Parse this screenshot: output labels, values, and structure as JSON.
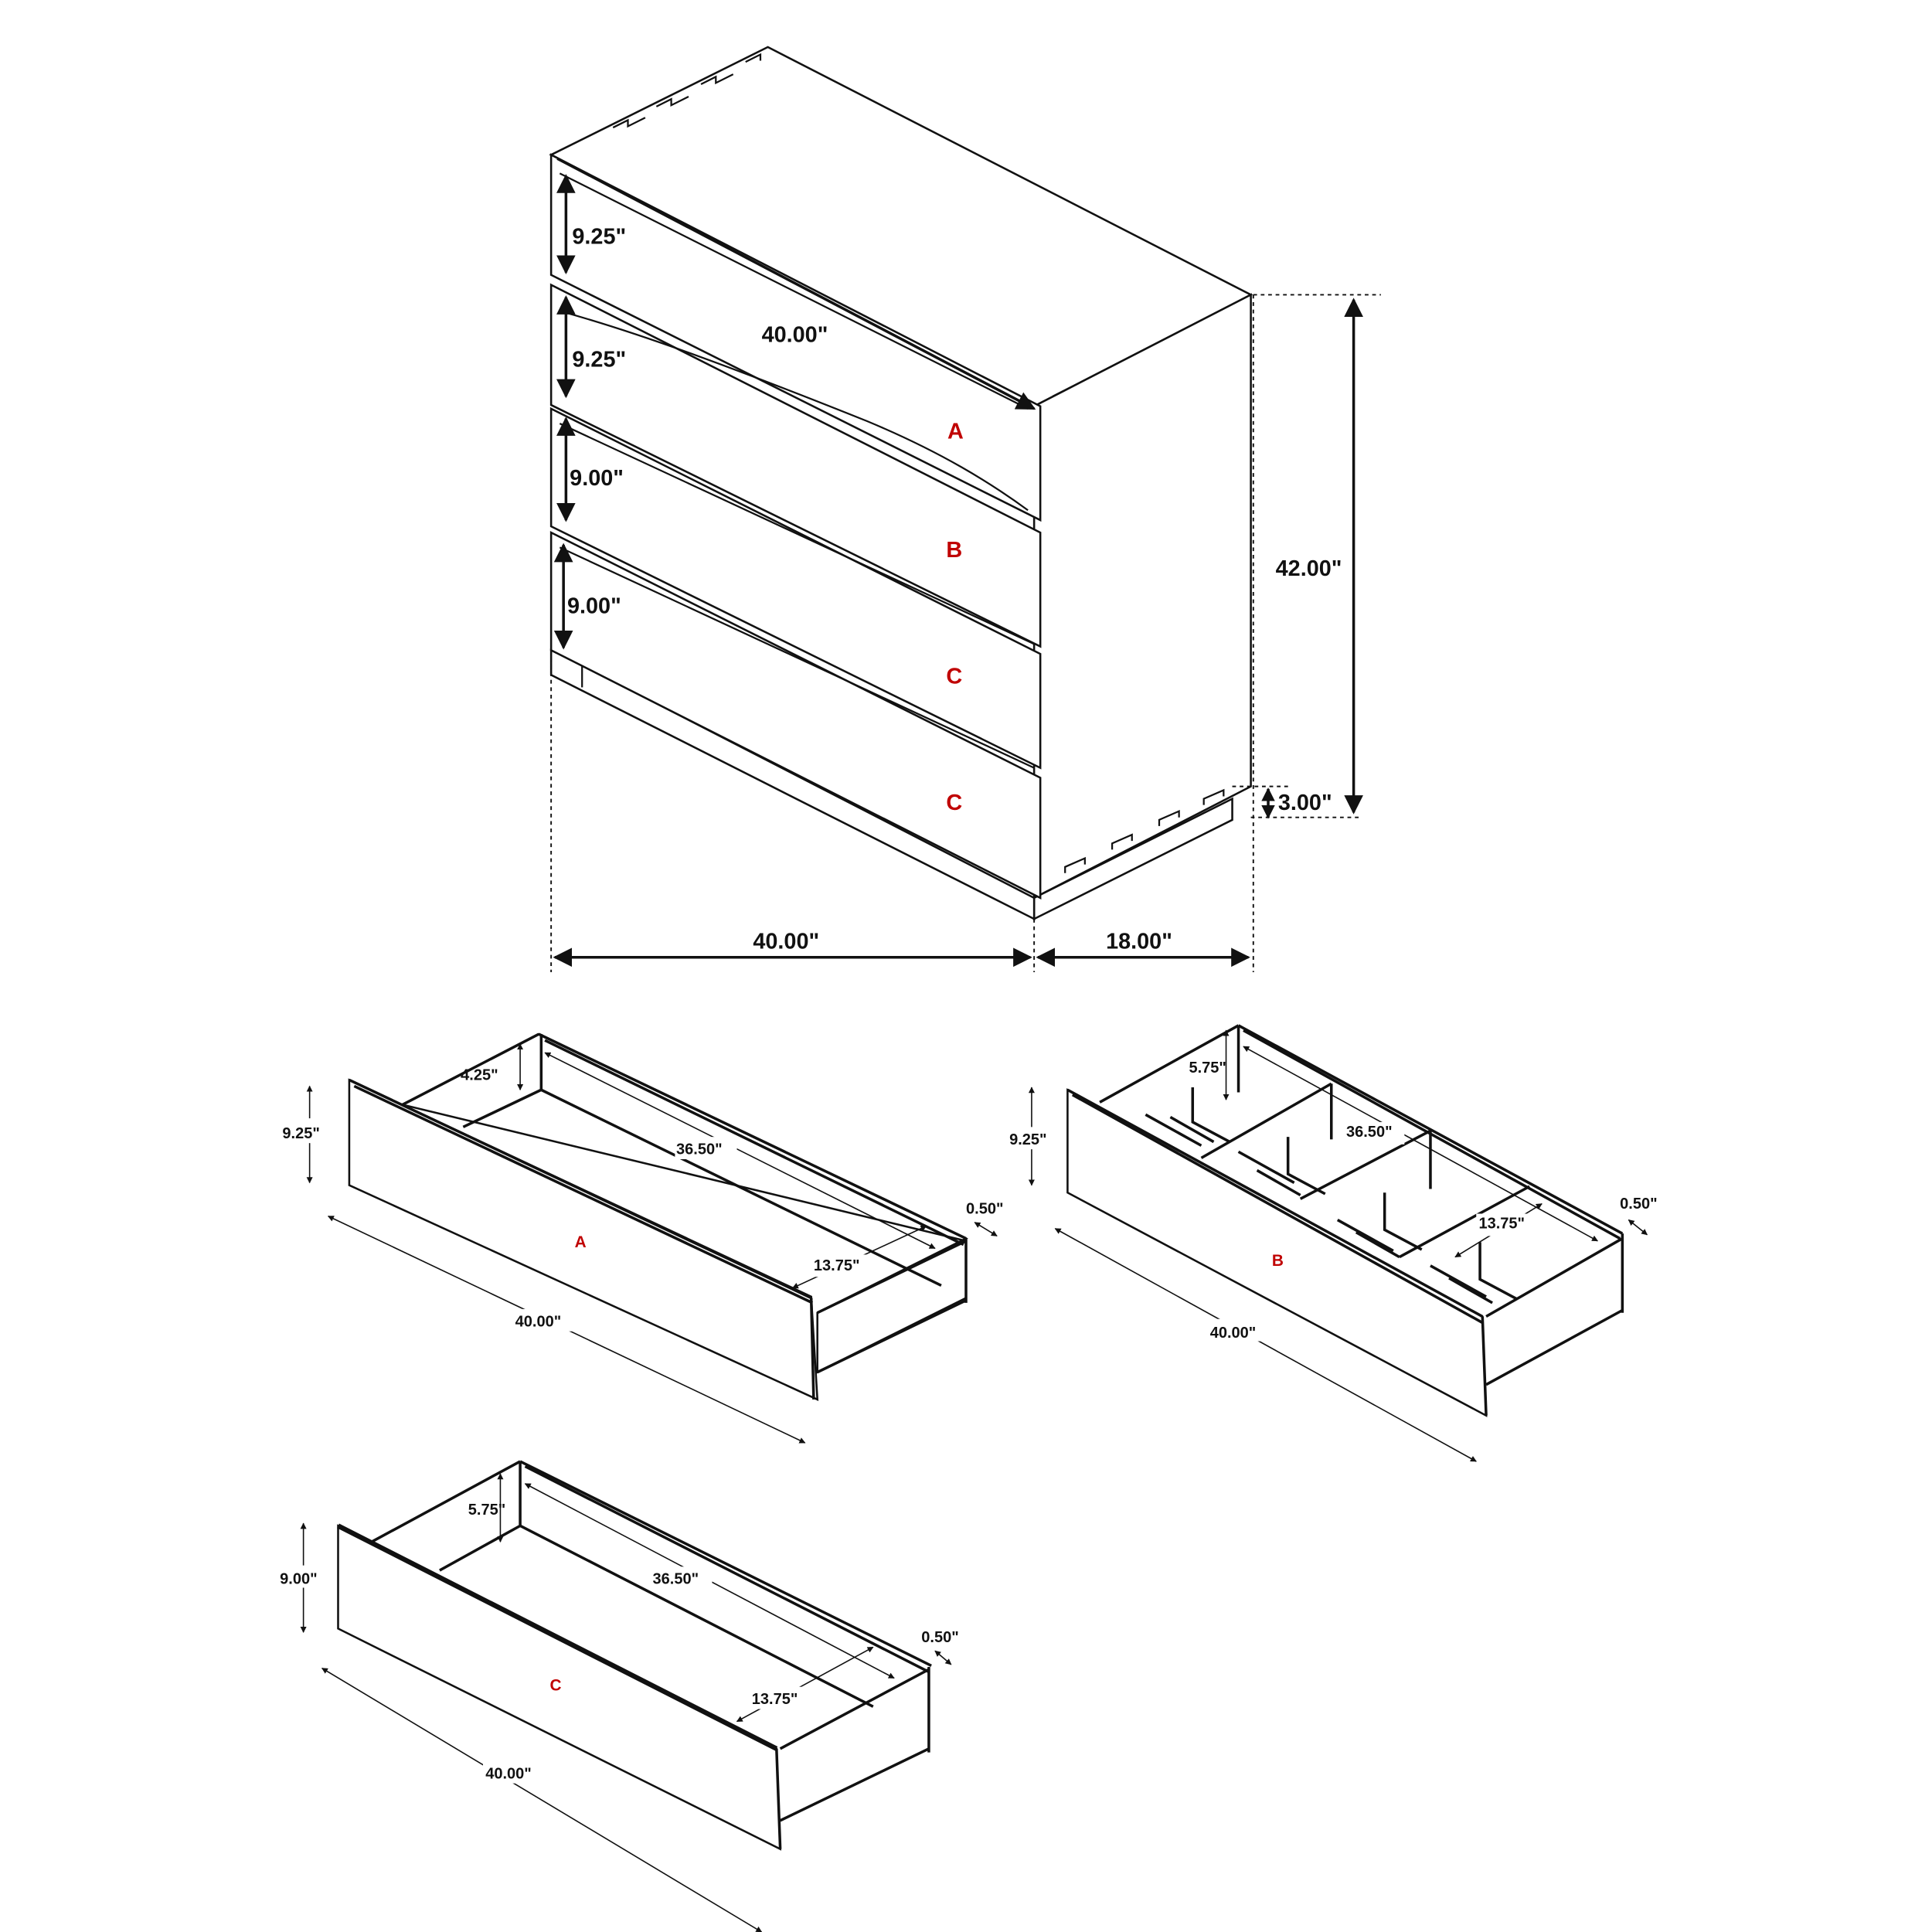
{
  "diagram": {
    "title": "Dresser dimension drawing",
    "units": "inches",
    "label_color": "#c00000",
    "line_color": "#111111"
  },
  "dresser": {
    "drawer_labels": [
      "A",
      "B",
      "C",
      "C"
    ],
    "drawer_heights": [
      "9.25\"",
      "9.25\"",
      "9.00\"",
      "9.00\""
    ],
    "top_width": "40.00\"",
    "overall_height": "42.00\"",
    "base_height": "3.00\"",
    "front_width": "40.00\"",
    "depth": "18.00\""
  },
  "drawer_a": {
    "label": "A",
    "height": "9.25\"",
    "inner_depth": "4.25\"",
    "inner_length": "36.50\"",
    "inner_width": "13.75\"",
    "thickness": "0.50\"",
    "length": "40.00\""
  },
  "drawer_b": {
    "label": "B",
    "height": "9.25\"",
    "inner_depth": "5.75\"",
    "inner_length": "36.50\"",
    "inner_width": "13.75\"",
    "thickness": "0.50\"",
    "length": "40.00\""
  },
  "drawer_c": {
    "label": "C",
    "height": "9.00\"",
    "inner_depth": "5.75\"",
    "inner_length": "36.50\"",
    "inner_width": "13.75\"",
    "thickness": "0.50\"",
    "length": "40.00\""
  }
}
